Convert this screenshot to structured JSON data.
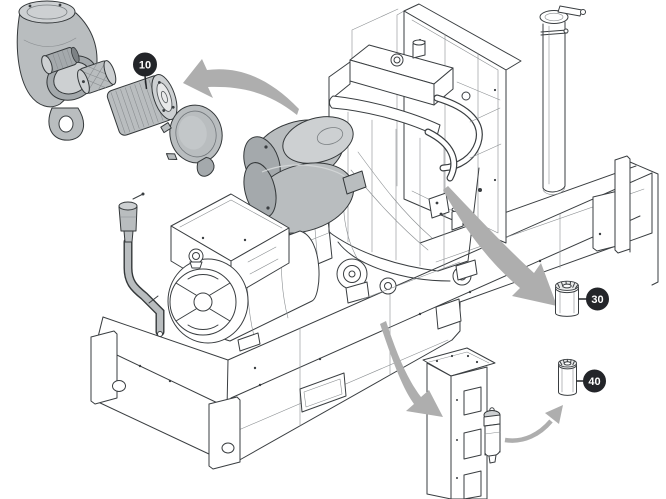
{
  "diagram": {
    "kind": "exploded-parts-illustration",
    "subject": "generator-set",
    "callouts": [
      {
        "label": "10",
        "target": "air-cleaner-filter-element"
      },
      {
        "label": "30",
        "target": "oil-filter-cartridge"
      },
      {
        "label": "40",
        "target": "fuel-filter-cartridge"
      }
    ],
    "colors": {
      "background": "#ffffff",
      "line": "#3a3e41",
      "line_light": "#8a8e91",
      "part_shade": "#b9bdbf",
      "part_shade_light": "#cdd0d2",
      "part_shade_dark": "#a4a9ac",
      "arrow": "#aeaeae",
      "badge_bg": "#232529",
      "badge_text": "#ffffff"
    }
  }
}
